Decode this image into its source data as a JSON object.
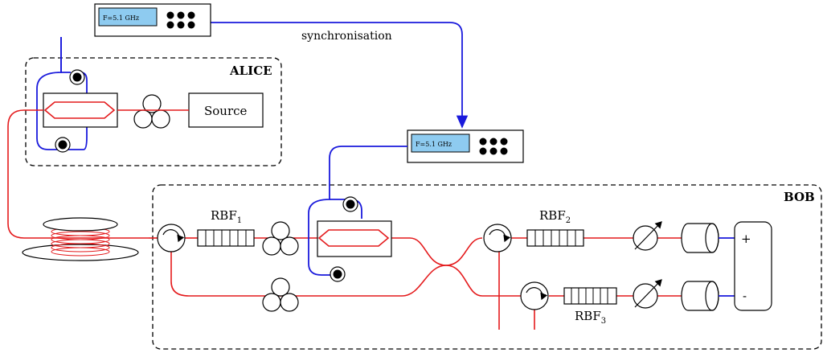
{
  "labels": {
    "sync": "synchronisation",
    "alice": "ALICE",
    "bob": "BOB",
    "source": "Source",
    "rbf1_main": "RBF",
    "rbf1_sub": "1",
    "rbf2_main": "RBF",
    "rbf2_sub": "2",
    "rbf3_main": "RBF",
    "rbf3_sub": "3",
    "plus": "+",
    "minus": "-"
  },
  "generators": {
    "top_display": "F=5.1 GHz",
    "bob_display": "F=5.1 GHz"
  },
  "colors": {
    "fiber": "#e41a1c",
    "electrical": "#1a1adc",
    "lcd": "#8ecbf0"
  }
}
